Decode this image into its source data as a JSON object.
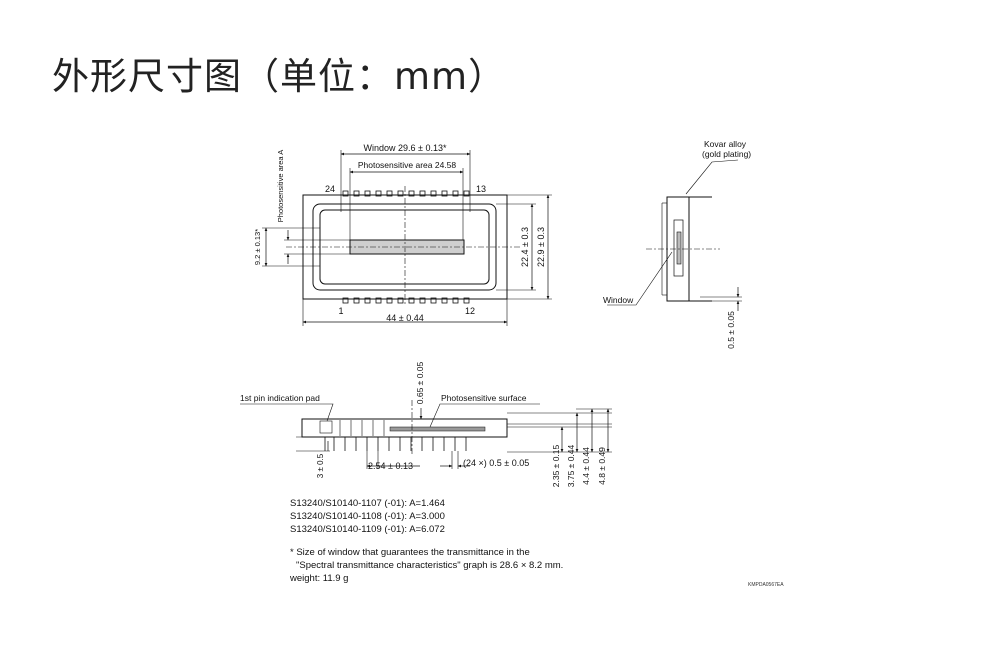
{
  "title": "外形尺寸图（单位：mm）",
  "front_view": {
    "window_dim": "Window 29.6 ± 0.13*",
    "photosensitive_area_dim": "Photosensitive area 24.58",
    "photosensitive_area_a": "Photosensitive area A",
    "height_92": "9.2 ± 0.13*",
    "height_224": "22.4 ± 0.3",
    "height_229": "22.9 ± 0.3",
    "width_44": "44 ± 0.44",
    "pin_24": "24",
    "pin_13": "13",
    "pin_1": "1",
    "pin_12": "12"
  },
  "side_view": {
    "kovar_line1": "Kovar alloy",
    "kovar_line2": "(gold plating)",
    "window_label": "Window",
    "dim_05": "0.5 ± 0.05"
  },
  "bottom_view": {
    "first_pin_pad": "1st pin indication pad",
    "dim_065": "0.65 ± 0.05",
    "photosensitive_surface": "Photosensitive surface",
    "dim_3": "3 ± 0.5",
    "pitch_254": "2.54 ± 0.13",
    "pins_24x": "(24 ×) 0.5 ± 0.05",
    "dim_235": "2.35 ± 0.15",
    "dim_375": "3.75 ± 0.44",
    "dim_44": "4.4 ± 0.44",
    "dim_48": "4.8 ± 0.49"
  },
  "notes": {
    "model_1107": "S13240/S10140-1107 (-01): A=1.464",
    "model_1108": "S13240/S10140-1108 (-01): A=3.000",
    "model_1109": "S13240/S10140-1109 (-01): A=6.072",
    "footnote_line1": "* Size of window that guarantees the transmittance in the",
    "footnote_line2": "\"Spectral transmittance characteristics\" graph is 28.6 × 8.2 mm.",
    "weight": "weight: 11.9 g",
    "drawing_code": "KMPDA0567EA"
  }
}
